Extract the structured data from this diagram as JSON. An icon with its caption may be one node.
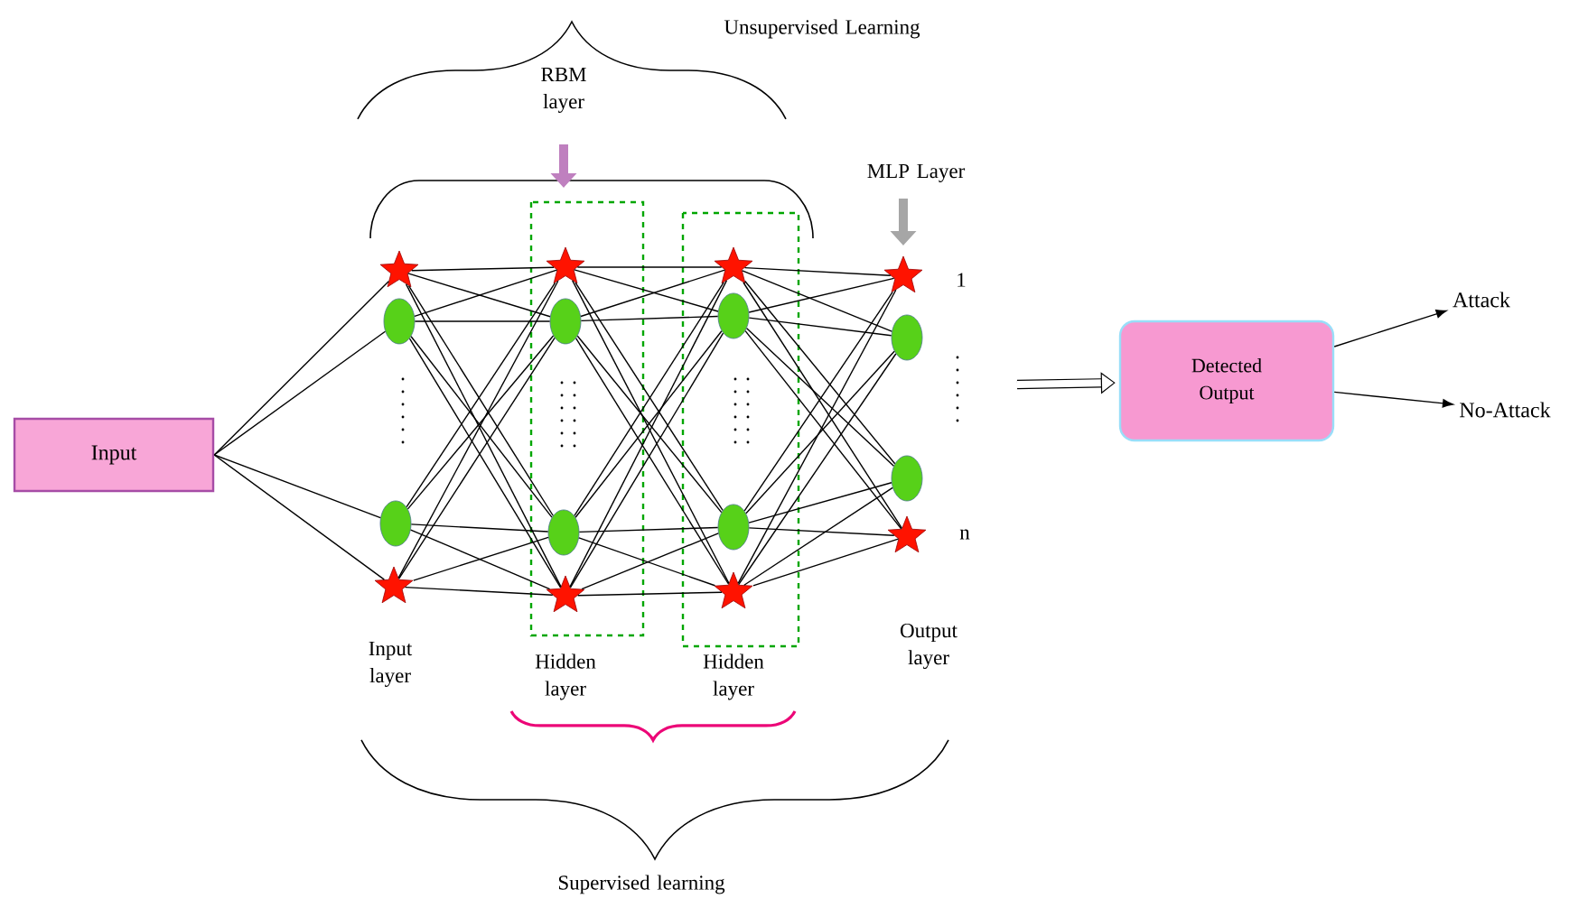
{
  "diagram": {
    "nodes": [
      {
        "text": [
          "Input"
        ]
      },
      {
        "text": [],
        "shape": "star"
      },
      {
        "text": [],
        "shape": "circle"
      },
      {
        "text": [],
        "shape": "circle"
      },
      {
        "text": [],
        "shape": "star"
      },
      {
        "text": [],
        "shape": "star"
      },
      {
        "text": [],
        "shape": "circle"
      },
      {
        "text": [],
        "shape": "circle"
      },
      {
        "text": [],
        "shape": "star"
      },
      {
        "text": [],
        "shape": "star"
      },
      {
        "text": [],
        "shape": "circle"
      },
      {
        "text": [],
        "shape": "circle"
      },
      {
        "text": [],
        "shape": "star"
      },
      {
        "text": [],
        "shape": "star"
      },
      {
        "text": [],
        "shape": "circle"
      },
      {
        "text": [],
        "shape": "circle"
      },
      {
        "text": [],
        "shape": "star"
      },
      {
        "text": [
          "Detected Output"
        ]
      },
      {
        "text": [
          "Attack"
        ]
      },
      {
        "text": [
          "No-Attack"
        ]
      }
    ],
    "edges": [
      {
        "from": 0,
        "to": 1,
        "arrow": "none"
      },
      {
        "from": 0,
        "to": 2,
        "arrow": "none"
      },
      {
        "from": 0,
        "to": 3,
        "arrow": "none"
      },
      {
        "from": 0,
        "to": 4,
        "arrow": "none"
      },
      {
        "from": 1,
        "to": 5,
        "arrow": "none"
      },
      {
        "from": 1,
        "to": 6,
        "arrow": "none"
      },
      {
        "from": 1,
        "to": 7,
        "arrow": "none"
      },
      {
        "from": 1,
        "to": 8,
        "arrow": "none"
      },
      {
        "from": 2,
        "to": 5,
        "arrow": "none"
      },
      {
        "from": 2,
        "to": 6,
        "arrow": "none"
      },
      {
        "from": 2,
        "to": 7,
        "arrow": "none"
      },
      {
        "from": 2,
        "to": 8,
        "arrow": "none"
      },
      {
        "from": 3,
        "to": 5,
        "arrow": "none"
      },
      {
        "from": 3,
        "to": 6,
        "arrow": "none"
      },
      {
        "from": 3,
        "to": 7,
        "arrow": "none"
      },
      {
        "from": 3,
        "to": 8,
        "arrow": "none"
      },
      {
        "from": 4,
        "to": 5,
        "arrow": "none"
      },
      {
        "from": 4,
        "to": 6,
        "arrow": "none"
      },
      {
        "from": 4,
        "to": 7,
        "arrow": "none"
      },
      {
        "from": 4,
        "to": 8,
        "arrow": "none"
      },
      {
        "from": 5,
        "to": 9,
        "arrow": "none"
      },
      {
        "from": 5,
        "to": 10,
        "arrow": "none"
      },
      {
        "from": 5,
        "to": 11,
        "arrow": "none"
      },
      {
        "from": 5,
        "to": 12,
        "arrow": "none"
      },
      {
        "from": 6,
        "to": 9,
        "arrow": "none"
      },
      {
        "from": 6,
        "to": 10,
        "arrow": "none"
      },
      {
        "from": 6,
        "to": 11,
        "arrow": "none"
      },
      {
        "from": 6,
        "to": 12,
        "arrow": "none"
      },
      {
        "from": 7,
        "to": 9,
        "arrow": "none"
      },
      {
        "from": 7,
        "to": 10,
        "arrow": "none"
      },
      {
        "from": 7,
        "to": 11,
        "arrow": "none"
      },
      {
        "from": 7,
        "to": 12,
        "arrow": "none"
      },
      {
        "from": 8,
        "to": 9,
        "arrow": "none"
      },
      {
        "from": 8,
        "to": 10,
        "arrow": "none"
      },
      {
        "from": 8,
        "to": 11,
        "arrow": "none"
      },
      {
        "from": 8,
        "to": 12,
        "arrow": "none"
      },
      {
        "from": 9,
        "to": 13,
        "arrow": "none"
      },
      {
        "from": 9,
        "to": 14,
        "arrow": "none"
      },
      {
        "from": 9,
        "to": 15,
        "arrow": "none"
      },
      {
        "from": 9,
        "to": 16,
        "arrow": "none"
      },
      {
        "from": 10,
        "to": 13,
        "arrow": "none"
      },
      {
        "from": 10,
        "to": 14,
        "arrow": "none"
      },
      {
        "from": 10,
        "to": 15,
        "arrow": "none"
      },
      {
        "from": 10,
        "to": 16,
        "arrow": "none"
      },
      {
        "from": 11,
        "to": 13,
        "arrow": "none"
      },
      {
        "from": 11,
        "to": 14,
        "arrow": "none"
      },
      {
        "from": 11,
        "to": 15,
        "arrow": "none"
      },
      {
        "from": 11,
        "to": 16,
        "arrow": "none"
      },
      {
        "from": 12,
        "to": 13,
        "arrow": "none"
      },
      {
        "from": 12,
        "to": 14,
        "arrow": "none"
      },
      {
        "from": 12,
        "to": 15,
        "arrow": "none"
      },
      {
        "from": 12,
        "to": 16,
        "arrow": "none"
      },
      {
        "from": null,
        "to": 17,
        "arrow": "to",
        "style": "thick"
      },
      {
        "from": 17,
        "to": 18,
        "arrow": "to"
      },
      {
        "from": 17,
        "to": 19,
        "arrow": "to"
      }
    ],
    "labels": [
      "Unsupervised Learning",
      "RBM layer",
      "MLP Layer",
      "1",
      "n",
      "Input layer",
      "Hidden layer",
      "Hidden layer",
      "Output layer",
      "Supervised learning"
    ]
  }
}
